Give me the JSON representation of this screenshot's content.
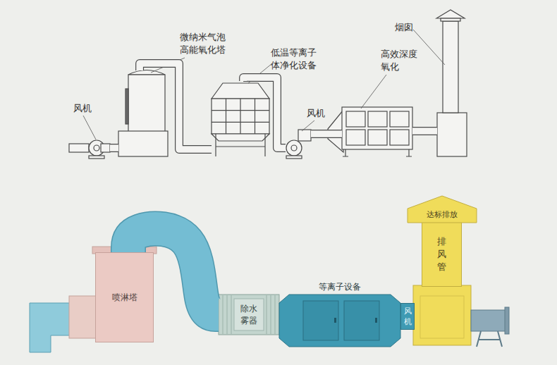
{
  "diagram": {
    "nodes": [
      {
        "text": [
          "风机"
        ]
      },
      {
        "text": [
          "微纳米气泡 高能氧化塔"
        ]
      },
      {
        "text": [
          "低温等离子 体净化设备"
        ]
      },
      {
        "text": [
          "风机"
        ]
      },
      {
        "text": [
          "高效深度 氧化"
        ]
      },
      {
        "text": [
          "烟囱"
        ]
      },
      {
        "text": [
          "喷淋塔"
        ]
      },
      {
        "text": [
          "除水 雾器"
        ]
      },
      {
        "text": [
          "等离子设备"
        ]
      },
      {
        "text": [
          "风机"
        ]
      },
      {
        "text": [
          "排风管"
        ]
      },
      {
        "text": [
          "达标排放"
        ]
      }
    ],
    "edges": [
      {
        "from": 0,
        "to": 1,
        "arrow": "none"
      },
      {
        "from": 1,
        "to": 2,
        "arrow": "none"
      },
      {
        "from": 2,
        "to": 3,
        "arrow": "none"
      },
      {
        "from": 3,
        "to": 4,
        "arrow": "none"
      },
      {
        "from": 4,
        "to": 5,
        "arrow": "none"
      },
      {
        "from": 6,
        "to": 7,
        "arrow": "none"
      }
    ]
  }
}
